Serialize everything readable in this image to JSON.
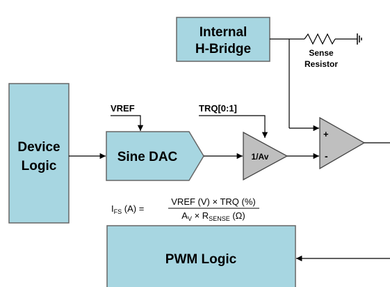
{
  "blocks": {
    "internal_hbridge": {
      "line1": "Internal",
      "line2": "H-Bridge"
    },
    "device_logic": {
      "line1": "Device",
      "line2": "Logic"
    },
    "sine_dac": {
      "label": "Sine DAC"
    },
    "attenuator": {
      "label": "1/Av"
    },
    "pwm_logic": {
      "label": "PWM Logic"
    }
  },
  "labels": {
    "vref": "VREF",
    "trq": "TRQ[0:1]",
    "sense_line1": "Sense",
    "sense_line2": "Resistor",
    "comp_plus": "+",
    "comp_minus": "-"
  },
  "equation": {
    "lhs_I": "I",
    "lhs_sub": "FS",
    "lhs_unit": " (A) = ",
    "num": "VREF  (V) × TRQ (%)",
    "den_A": "A",
    "den_A_sub": "V",
    "den_mid": " × R",
    "den_R_sub": "SENSE",
    "den_unit": " (Ω)"
  },
  "colors": {
    "block_fill": "#a7d6e1",
    "block_stroke": "#666666",
    "gray_fill": "#bfbfbf",
    "wire": "#000000",
    "resistor": "#000000"
  }
}
